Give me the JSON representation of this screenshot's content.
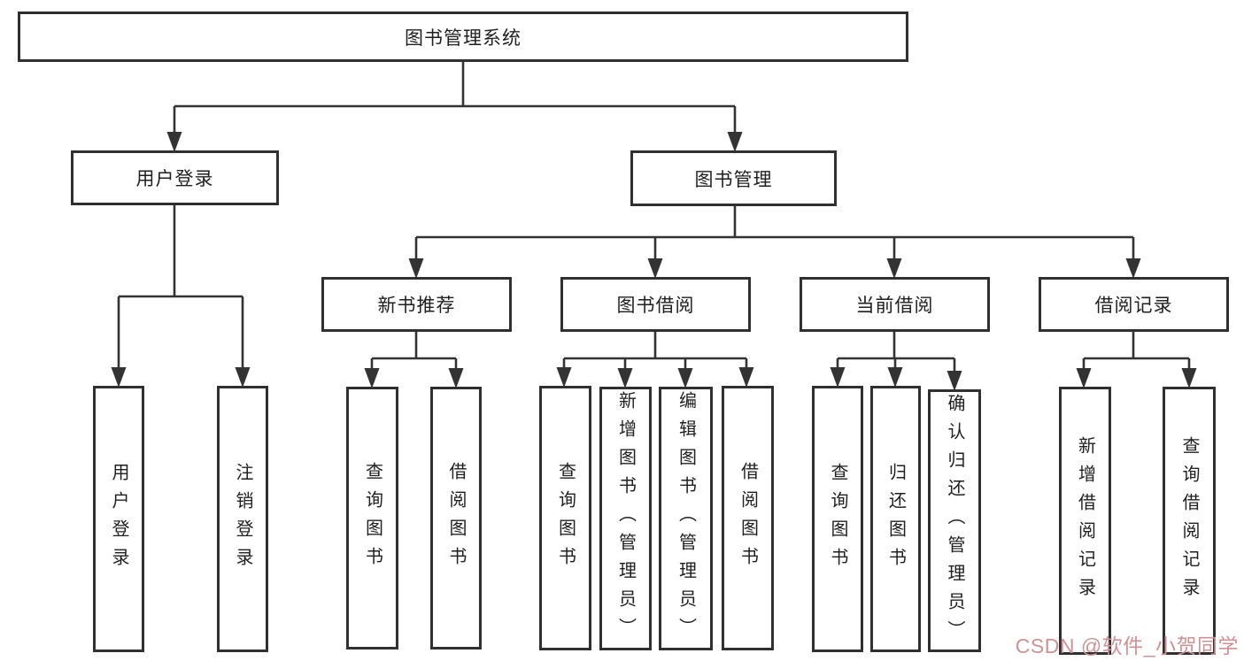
{
  "diagram_type": "hierarchy",
  "colors": {
    "line": "#333333",
    "box_border": "#303030",
    "text": "#1f1f1f",
    "watermark": "#cf9196"
  },
  "tree": {
    "label": "图书管理系统",
    "children": [
      {
        "label": "用户登录",
        "children": [
          {
            "label": "用户登录"
          },
          {
            "label": "注销登录"
          }
        ]
      },
      {
        "label": "图书管理",
        "children": [
          {
            "label": "新书推荐",
            "children": [
              {
                "label": "查询图书"
              },
              {
                "label": "借阅图书"
              }
            ]
          },
          {
            "label": "图书借阅",
            "children": [
              {
                "label": "查询图书"
              },
              {
                "label": "新增图书（管理员）"
              },
              {
                "label": "编辑图书（管理员）"
              },
              {
                "label": "借阅图书"
              }
            ]
          },
          {
            "label": "当前借阅",
            "children": [
              {
                "label": "查询图书"
              },
              {
                "label": "归还图书"
              },
              {
                "label": "确认归还（管理员）"
              }
            ]
          },
          {
            "label": "借阅记录",
            "children": [
              {
                "label": "新增借阅记录"
              },
              {
                "label": "查询借阅记录"
              }
            ]
          }
        ]
      }
    ]
  },
  "watermark": {
    "text": "CSDN @软件_小贺同学"
  }
}
